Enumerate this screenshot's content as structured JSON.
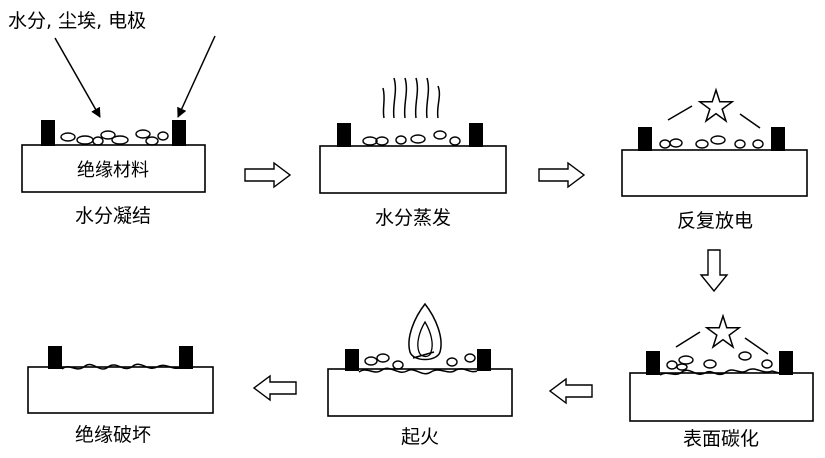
{
  "annotation": "水分, 尘埃, 电极",
  "insulation_label": "绝缘材料",
  "steps": [
    {
      "label": "水分凝结"
    },
    {
      "label": "水分蒸发"
    },
    {
      "label": "反复放电"
    },
    {
      "label": "表面碳化"
    },
    {
      "label": "起火"
    },
    {
      "label": "绝缘破坏"
    }
  ]
}
